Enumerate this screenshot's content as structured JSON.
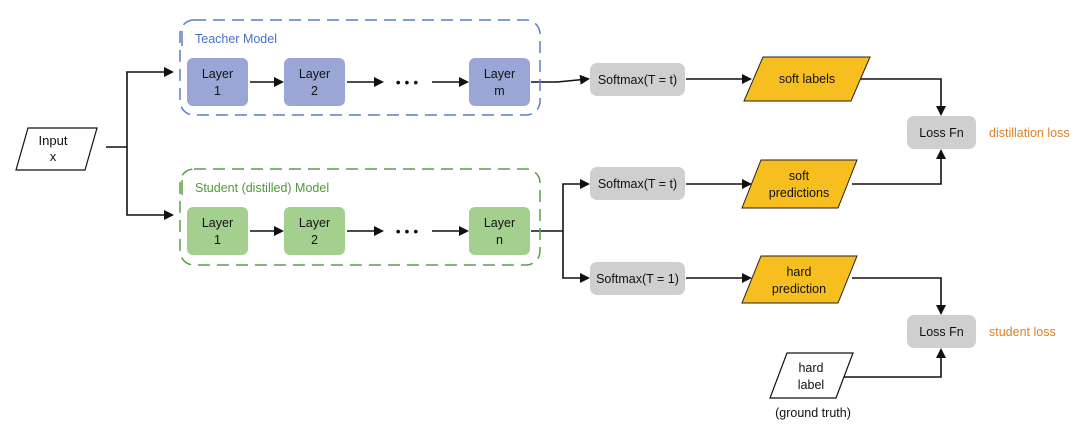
{
  "input": {
    "line1": "Input",
    "line2": "x"
  },
  "teacher": {
    "title": "Teacher Model",
    "layers": [
      {
        "line1": "Layer",
        "line2": "1"
      },
      {
        "line1": "Layer",
        "line2": "2"
      },
      {
        "line1": "Layer",
        "line2": "m"
      }
    ],
    "ellipsis": "• • •"
  },
  "student": {
    "title": "Student (distilled) Model",
    "layers": [
      {
        "line1": "Layer",
        "line2": "1"
      },
      {
        "line1": "Layer",
        "line2": "2"
      },
      {
        "line1": "Layer",
        "line2": "n"
      }
    ],
    "ellipsis": "• • •"
  },
  "softmax": {
    "teacher": "Softmax(T = t)",
    "student_soft": "Softmax(T = t)",
    "student_hard": "Softmax(T = 1)"
  },
  "outputs": {
    "soft_labels": "soft labels",
    "soft_predictions": {
      "line1": "soft",
      "line2": "predictions"
    },
    "hard_prediction": {
      "line1": "hard",
      "line2": "prediction"
    },
    "hard_label": {
      "line1": "hard",
      "line2": "label"
    },
    "ground_truth": "(ground truth)"
  },
  "loss": {
    "distillation": {
      "fn": "Loss Fn",
      "caption": "distillation loss"
    },
    "student": {
      "fn": "Loss Fn",
      "caption": "student loss"
    }
  },
  "colors": {
    "teacher_box": "#5a7fc6",
    "teacher_layer": "#9aa7d6",
    "student_box": "#5aa046",
    "student_layer": "#a3d08f",
    "softmax": "#cfcfcf",
    "output": "#f6bf1f",
    "caption": "#d9822b"
  }
}
